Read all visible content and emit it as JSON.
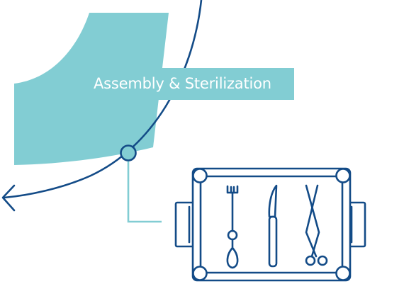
{
  "step": {
    "label": "Assembly & Sterilization"
  },
  "icon": {
    "name": "sterilization-tray-icon",
    "instruments": [
      "retractor",
      "scalpel",
      "scissors"
    ]
  },
  "colors": {
    "navy": "#134b87",
    "teal": "#82cdd3",
    "background": "#ffffff"
  }
}
